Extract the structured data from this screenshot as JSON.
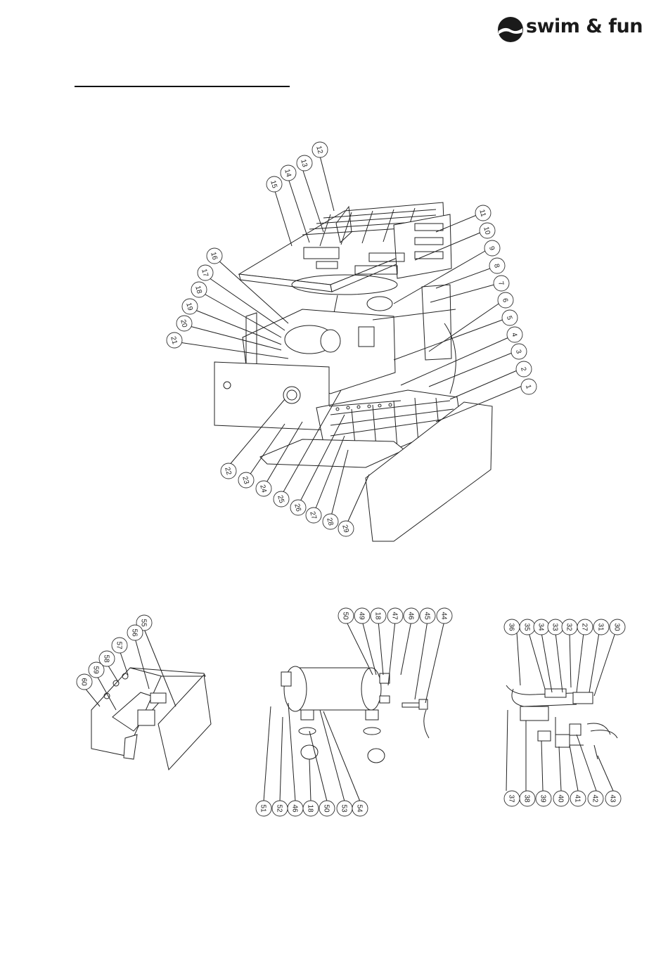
{
  "brand": {
    "name": "swim & fun"
  },
  "main_exploded": {
    "callouts": [
      "1",
      "2",
      "3",
      "4",
      "5",
      "6",
      "7",
      "8",
      "9",
      "10",
      "11",
      "12",
      "13",
      "14",
      "15",
      "16",
      "17",
      "18",
      "19",
      "20",
      "21",
      "22",
      "23",
      "24",
      "25",
      "26",
      "27",
      "28",
      "29"
    ]
  },
  "electrical_box": {
    "callouts": [
      "55",
      "56",
      "57",
      "58",
      "59",
      "60"
    ]
  },
  "heat_exchanger": {
    "callouts_top": [
      "50",
      "49",
      "18",
      "47",
      "46",
      "45",
      "44"
    ],
    "callouts_bottom": [
      "51",
      "52",
      "46",
      "18",
      "50",
      "53",
      "54"
    ]
  },
  "refrigerant_circuit": {
    "callouts_top": [
      "36",
      "35",
      "34",
      "33",
      "32",
      "27",
      "31",
      "30"
    ],
    "callouts_bottom": [
      "37",
      "38",
      "39",
      "40",
      "41",
      "42",
      "43"
    ]
  },
  "colors": {
    "ink": "#222222",
    "paper": "#ffffff"
  }
}
